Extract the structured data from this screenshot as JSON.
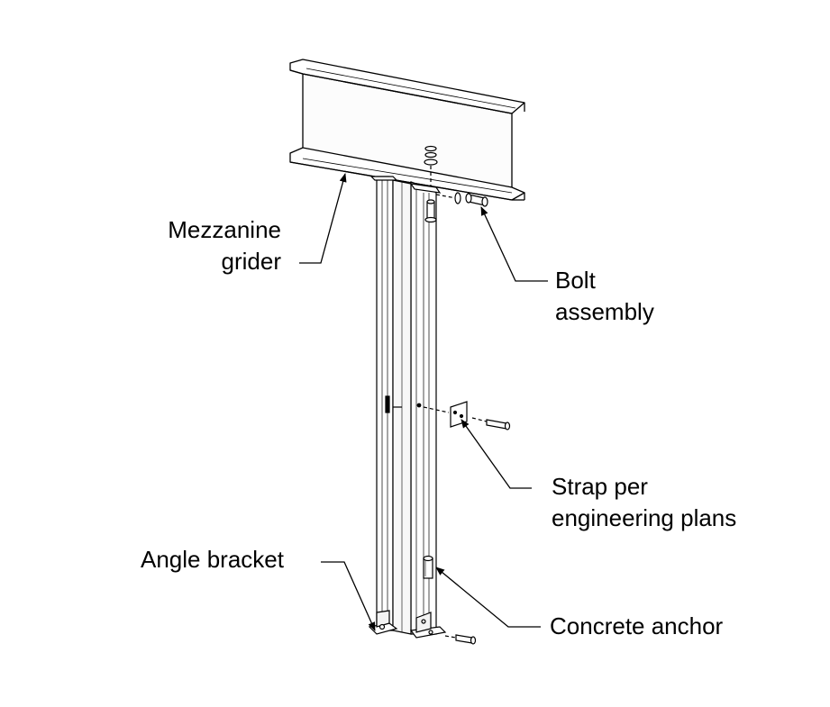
{
  "labels": {
    "mezzanine_line1": "Mezzanine",
    "mezzanine_line2": "grider",
    "bolt_line1": "Bolt",
    "bolt_line2": "assembly",
    "strap_line1": "Strap per",
    "strap_line2": "engineering plans",
    "angle_bracket": "Angle bracket",
    "concrete_anchor": "Concrete anchor"
  },
  "colors": {
    "line": "#000000",
    "fill": "#ffffff",
    "shade": "#e6e6e6"
  }
}
